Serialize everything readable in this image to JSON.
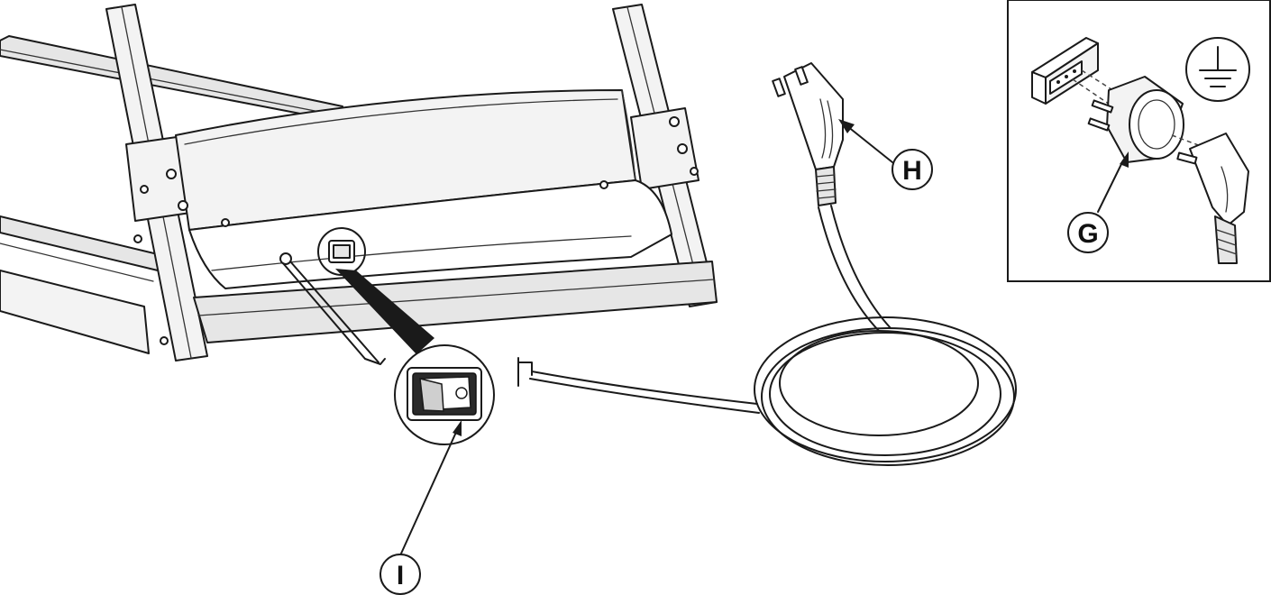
{
  "callouts": {
    "H": "H",
    "I": "I",
    "G": "G"
  },
  "icons": {
    "ground": "ground-symbol-icon"
  },
  "colors": {
    "line": "#1a1a1a",
    "fill": "#e6e6e6",
    "background": "#ffffff"
  }
}
